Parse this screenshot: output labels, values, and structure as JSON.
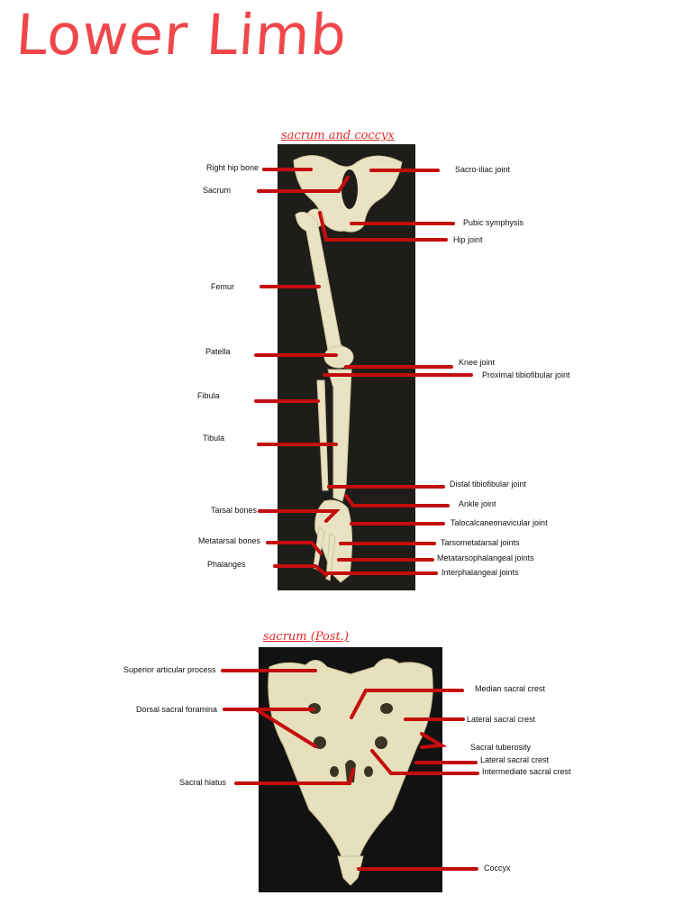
{
  "title": "Lower Limb",
  "diagram1": {
    "caption": "sacrum and coccyx",
    "labels_left": [
      "Right hip bone",
      "Sacrum",
      "Femur",
      "Patella",
      "Fibula",
      "Tibula",
      "Tarsal bones",
      "Metatarsal bones",
      "Phalanges"
    ],
    "labels_right": [
      "Sacro-iliac joint",
      "Pubic symphysis",
      "Hip joint",
      "Knee joint",
      "Proximal tibiofibular joint",
      "Distal tibiofibular joint",
      "Ankle joint",
      "Talocalcaneonavicular joint",
      "Tarsometatarsal joints",
      "Metatarsophalangeal joints",
      "Interphalangeal joints"
    ]
  },
  "diagram2": {
    "caption": "sacrum (Post.)",
    "labels_left": [
      "Superior articular process",
      "Dorsal sacral foramina",
      "Sacral hiatus"
    ],
    "labels_right": [
      "Median sacral crest",
      "Lateral sacral crest",
      "Sacral tuberosity",
      "Lateral sacral crest",
      "Intermediate sacral crest",
      "Coccyx"
    ]
  },
  "colors": {
    "title": "#f0474a",
    "leader": "#c40d0d",
    "photo_bg_1": "#1f1d1a",
    "photo_bg_2": "#121212",
    "bone": "#e9e3c4"
  }
}
